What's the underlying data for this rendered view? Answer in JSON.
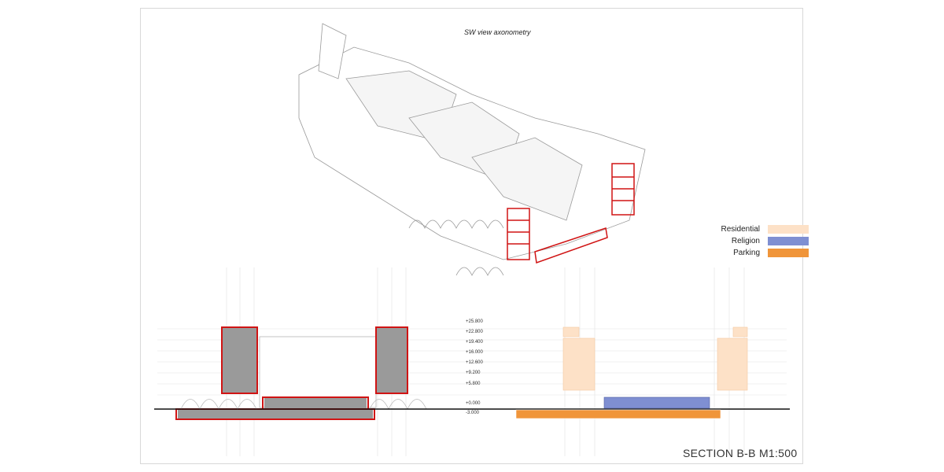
{
  "axonometry": {
    "title": "SW view axonometry"
  },
  "legend": [
    {
      "label": "Residential",
      "color": "#fde1c7"
    },
    {
      "label": "Religion",
      "color": "#7f8fd2"
    },
    {
      "label": "Parking",
      "color": "#f0953a"
    }
  ],
  "section": {
    "title": "SECTION B-B M1:500",
    "levels": [
      "+25.800",
      "+22.800",
      "+19.400",
      "+16.000",
      "+12.600",
      "+9.200",
      "+5.800",
      "+0.000",
      "-3.000"
    ]
  },
  "colors": {
    "cut": "#d01414",
    "line": "#9a9a9a"
  }
}
